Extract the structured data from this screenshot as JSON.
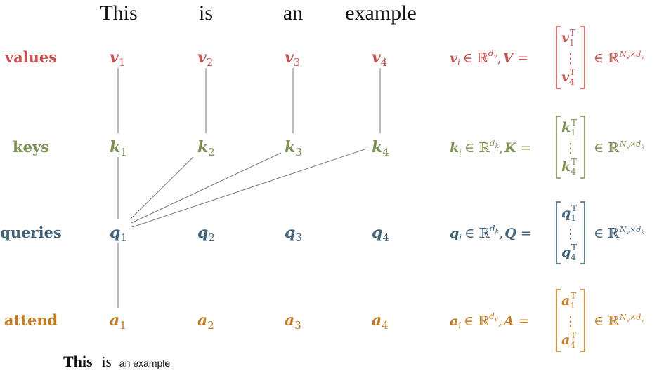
{
  "sentence": [
    "This",
    "is",
    "an",
    "example"
  ],
  "colors": {
    "values": "#c55451",
    "keys": "#7c9152",
    "queries": "#416279",
    "attend": "#c07d26",
    "link": "#777777",
    "text": "#111111"
  },
  "rows": [
    {
      "id": "values",
      "label": "values",
      "symbol": "v",
      "subs": [
        "1",
        "2",
        "3",
        "4"
      ],
      "eq": {
        "vi": "v",
        "i": "i",
        "in": "∈ ℝ",
        "dim": "d",
        "dimsub": "v",
        "comma": ",",
        "mat": "V",
        "equals": "=",
        "top": "v",
        "top_sub": "1",
        "bot": "v",
        "bot_sub": "4",
        "T": "T",
        "dots": "⋮",
        "space": "∈ ℝ",
        "rows": "N",
        "rows_sub": "v",
        "times": "×",
        "cols": "d",
        "cols_sub": "v"
      }
    },
    {
      "id": "keys",
      "label": "keys",
      "symbol": "k",
      "subs": [
        "1",
        "2",
        "3",
        "4"
      ],
      "eq": {
        "vi": "k",
        "i": "i",
        "in": "∈ ℝ",
        "dim": "d",
        "dimsub": "k",
        "comma": ",",
        "mat": "K",
        "equals": "=",
        "top": "k",
        "top_sub": "1",
        "bot": "k",
        "bot_sub": "4",
        "T": "T",
        "dots": "⋮",
        "space": "∈ ℝ",
        "rows": "N",
        "rows_sub": "v",
        "times": "×",
        "cols": "d",
        "cols_sub": "k"
      }
    },
    {
      "id": "queries",
      "label": "queries",
      "symbol": "q",
      "subs": [
        "1",
        "2",
        "3",
        "4"
      ],
      "eq": {
        "vi": "q",
        "i": "i",
        "in": "∈ ℝ",
        "dim": "d",
        "dimsub": "k",
        "comma": ",",
        "mat": "Q",
        "equals": "=",
        "top": "q",
        "top_sub": "1",
        "bot": "q",
        "bot_sub": "4",
        "T": "T",
        "dots": "⋮",
        "space": "∈ ℝ",
        "rows": "N",
        "rows_sub": "v",
        "times": "×",
        "cols": "d",
        "cols_sub": "k"
      }
    },
    {
      "id": "attend",
      "label": "attend",
      "symbol": "a",
      "subs": [
        "1",
        "2",
        "3",
        "4"
      ],
      "eq": {
        "vi": "a",
        "i": "i",
        "in": "∈ ℝ",
        "dim": "d",
        "dimsub": "v",
        "comma": ",",
        "mat": "A",
        "equals": "=",
        "top": "a",
        "top_sub": "1",
        "bot": "a",
        "bot_sub": "4",
        "T": "T",
        "dots": "⋮",
        "space": "∈ ℝ",
        "rows": "N",
        "rows_sub": "v",
        "times": "×",
        "cols": "d",
        "cols_sub": "v"
      }
    }
  ],
  "footer": {
    "bold": "This",
    "mid": "is",
    "small": "an example"
  }
}
